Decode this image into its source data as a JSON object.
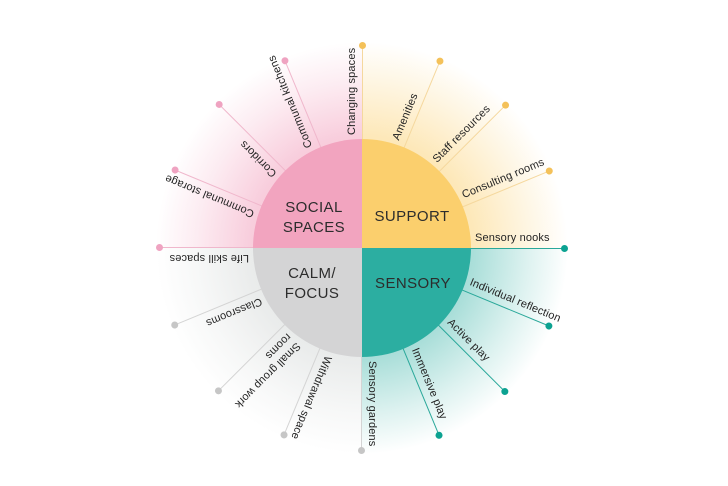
{
  "diagram": {
    "quadrants": [
      {
        "id": "social",
        "label": "SOCIAL\nSPACES",
        "fill": "#f2a4bf",
        "wash": "#f2a0bd",
        "line_color": "#f0b7cc",
        "dot_color": "#efa3c1"
      },
      {
        "id": "support",
        "label": "SUPPORT",
        "fill": "#fbcf6d",
        "wash": "#fbcf6d",
        "line_color": "#f5d89e",
        "dot_color": "#f4c159"
      },
      {
        "id": "calm",
        "label": "CALM/\nFOCUS",
        "fill": "#d4d4d5",
        "wash": "#c9cecd",
        "line_color": "#d4d4d4",
        "dot_color": "#c6c6c6"
      },
      {
        "id": "sensory",
        "label": "SENSORY",
        "fill": "#2caea1",
        "wash": "#2caea1",
        "line_color": "#2aa89a",
        "dot_color": "#0ca291"
      }
    ],
    "spokes": [
      {
        "label": "Changing spaces",
        "group": "support"
      },
      {
        "label": "Amenities",
        "group": "support"
      },
      {
        "label": "Staff resources",
        "group": "support"
      },
      {
        "label": "Consulting rooms",
        "group": "support"
      },
      {
        "label": "Sensory nooks",
        "group": "sensory"
      },
      {
        "label": "Individual reflection",
        "group": "sensory"
      },
      {
        "label": "Active play",
        "group": "sensory"
      },
      {
        "label": "Immersive play",
        "group": "sensory"
      },
      {
        "label": "Sensory gardens",
        "group": "calm"
      },
      {
        "label": "Withdrawal space",
        "group": "calm"
      },
      {
        "label": "Small group work\nrooms",
        "group": "calm"
      },
      {
        "label": "Classrooms",
        "group": "calm"
      },
      {
        "label": "Life skill spaces",
        "group": "social"
      },
      {
        "label": "Communal storage",
        "group": "social"
      },
      {
        "label": "Corridors",
        "group": "social"
      },
      {
        "label": "Communal kitchens",
        "group": "social"
      }
    ],
    "text_color": "#242424",
    "quadrant_label_color": "#2c2c2c",
    "background": "#ffffff"
  }
}
